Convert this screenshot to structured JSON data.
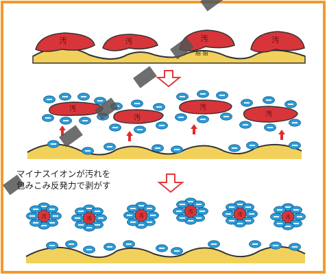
{
  "diagram": {
    "dirt_glyph": "汚",
    "label_glyphs": "脂 脂",
    "caption_line1": "マイナスイオンが汚れを",
    "caption_line2": "包みこみ反発力で剥がす"
  },
  "colors": {
    "border": "#f39a2b",
    "dirt": "#d8353a",
    "surface": "#f1d15b",
    "ion": "#2d9bd6",
    "arrow": "#e02b2b",
    "outline_arrow": "#e03a3a",
    "watermark": "#555555"
  }
}
